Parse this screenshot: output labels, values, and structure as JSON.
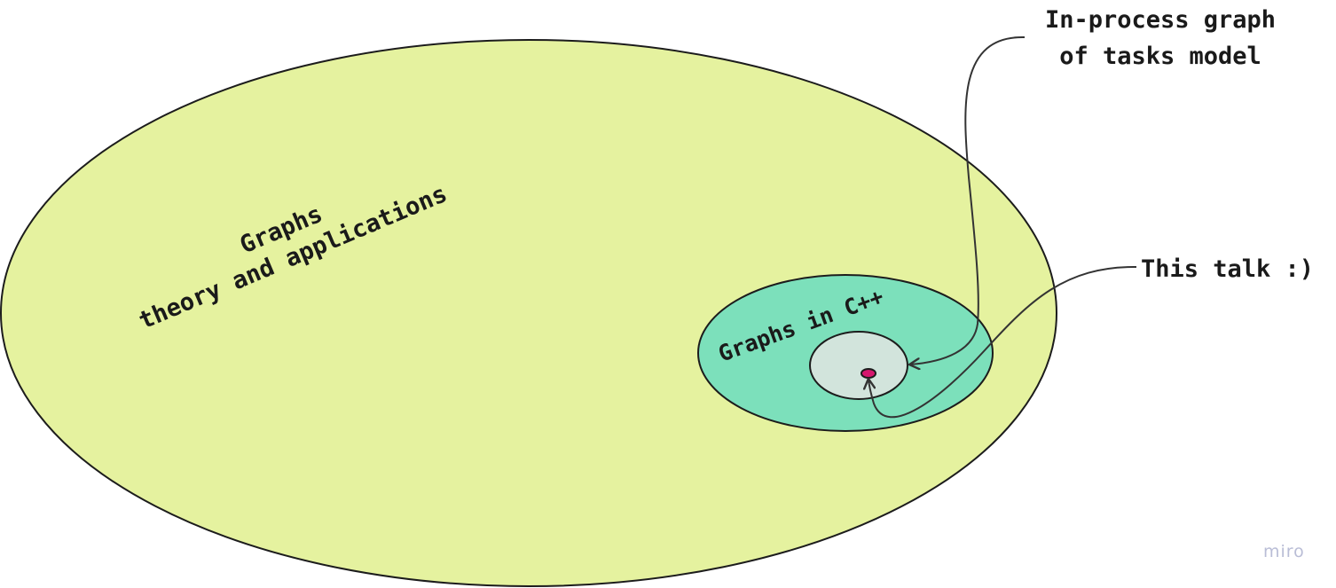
{
  "diagram": {
    "outer_set": {
      "line1": "Graphs",
      "line2": "theory and applications",
      "fill": "#e5f29f"
    },
    "middle_set": {
      "label": "Graphs in C++",
      "fill": "#7ce0bb"
    },
    "inner_set": {
      "fill": "#d2e4dc"
    },
    "focus_point": {
      "fill": "#d6176e"
    },
    "callouts": {
      "in_process": {
        "line1": "In-process graph",
        "line2": "of tasks model"
      },
      "this_talk": {
        "label": "This talk :)"
      }
    },
    "stroke_color": "#1c1c1c",
    "arrow_color": "#333333"
  },
  "watermark": {
    "text": "miro"
  }
}
